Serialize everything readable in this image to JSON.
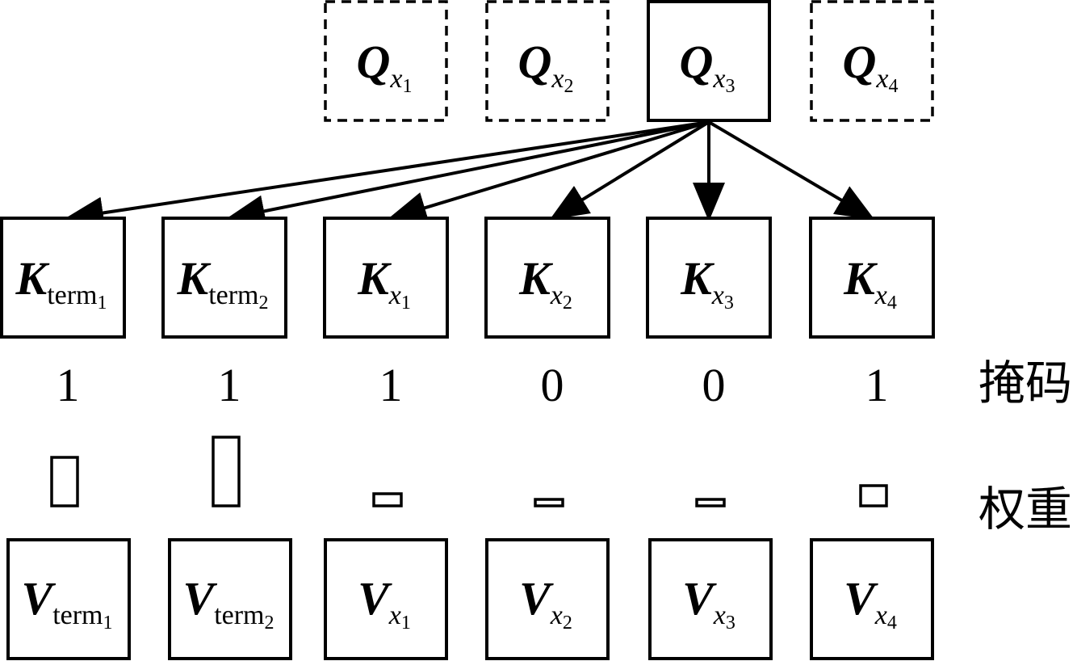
{
  "queries": [
    {
      "letter": "Q",
      "sub": "x",
      "idx": "1",
      "active": false
    },
    {
      "letter": "Q",
      "sub": "x",
      "idx": "2",
      "active": false
    },
    {
      "letter": "Q",
      "sub": "x",
      "idx": "3",
      "active": true
    },
    {
      "letter": "Q",
      "sub": "x",
      "idx": "4",
      "active": false
    }
  ],
  "keys": [
    {
      "letter": "K",
      "sub": "term",
      "idx": "1"
    },
    {
      "letter": "K",
      "sub": "term",
      "idx": "2"
    },
    {
      "letter": "K",
      "sub": "x",
      "idx": "1"
    },
    {
      "letter": "K",
      "sub": "x",
      "idx": "2"
    },
    {
      "letter": "K",
      "sub": "x",
      "idx": "3"
    },
    {
      "letter": "K",
      "sub": "x",
      "idx": "4"
    }
  ],
  "mask_values": [
    "1",
    "1",
    "1",
    "0",
    "0",
    "1"
  ],
  "labels": {
    "mask": "掩码",
    "weight": "权重"
  },
  "weights": [
    0.6,
    0.85,
    0.15,
    0.08,
    0.08,
    0.25
  ],
  "values": [
    {
      "letter": "V",
      "sub": "term",
      "idx": "1"
    },
    {
      "letter": "V",
      "sub": "term",
      "idx": "2"
    },
    {
      "letter": "V",
      "sub": "x",
      "idx": "1"
    },
    {
      "letter": "V",
      "sub": "x",
      "idx": "2"
    },
    {
      "letter": "V",
      "sub": "x",
      "idx": "3"
    },
    {
      "letter": "V",
      "sub": "x",
      "idx": "4"
    }
  ]
}
